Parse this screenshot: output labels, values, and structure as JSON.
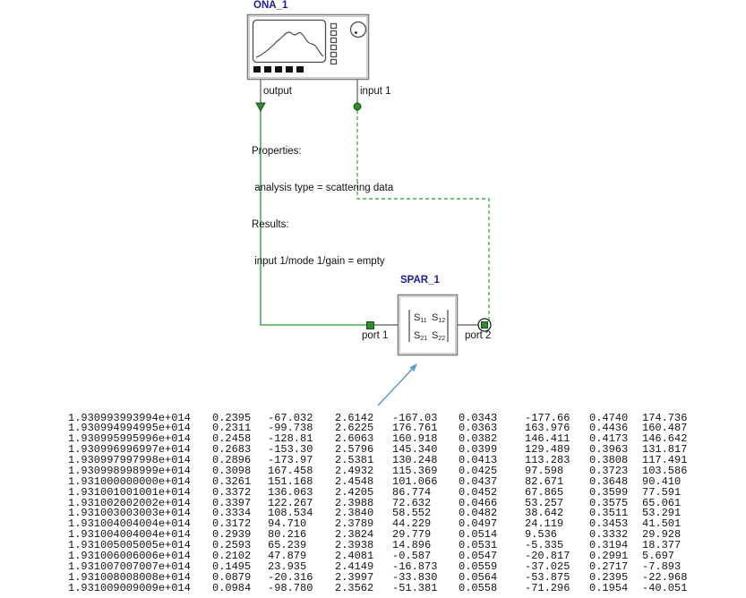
{
  "colors": {
    "element_label": "#1c1ca0",
    "wire": "#4caf50",
    "port": "#2e8b2e",
    "annotation_arrow": "#5b9bd5",
    "text": "#111111"
  },
  "icons": {
    "ona": "network-analyzer-icon",
    "spar": "s-parameter-matrix-icon"
  },
  "ona": {
    "label": "ONA_1",
    "port_output": "output",
    "port_input": "input 1"
  },
  "properties": {
    "heading": "Properties:",
    "analysis_type": " analysis type = scattering data",
    "results_heading": "Results:",
    "result": " input 1/mode 1/gain = empty"
  },
  "spar": {
    "label": "SPAR_1",
    "matrix": [
      {
        "base": "S",
        "sub": "11"
      },
      {
        "base": "S",
        "sub": "12"
      },
      {
        "base": "S",
        "sub": "21"
      },
      {
        "base": "S",
        "sub": "22"
      }
    ],
    "port_1": "port 1",
    "port_2": "port 2"
  },
  "table": {
    "rows": [
      [
        "1.930993993994e+014",
        "0.2395",
        "-67.032",
        "2.6142",
        "-167.03",
        "0.0343",
        "-177.66",
        "0.4740",
        "174.736"
      ],
      [
        "1.930994994995e+014",
        "0.2311",
        "-99.738",
        "2.6225",
        "176.761",
        "0.0363",
        "163.976",
        "0.4436",
        "160.487"
      ],
      [
        "1.930995995996e+014",
        "0.2458",
        "-128.81",
        "2.6063",
        "160.918",
        "0.0382",
        "146.411",
        "0.4173",
        "146.642"
      ],
      [
        "1.930996996997e+014",
        "0.2683",
        "-153.30",
        "2.5796",
        "145.340",
        "0.0399",
        "129.489",
        "0.3963",
        "131.817"
      ],
      [
        "1.930997997998e+014",
        "0.2896",
        "-173.97",
        "2.5381",
        "130.248",
        "0.0413",
        "113.283",
        "0.3808",
        "117.491"
      ],
      [
        "1.930998998999e+014",
        "0.3098",
        "167.458",
        "2.4932",
        "115.369",
        "0.0425",
        "97.598",
        "0.3723",
        "103.586"
      ],
      [
        "1.931000000000e+014",
        "0.3261",
        "151.168",
        "2.4548",
        "101.066",
        "0.0437",
        "82.671",
        "0.3648",
        "90.410"
      ],
      [
        "1.931001001001e+014",
        "0.3372",
        "136.063",
        "2.4205",
        "86.774",
        "0.0452",
        "67.865",
        "0.3599",
        "77.591"
      ],
      [
        "1.931002002002e+014",
        "0.3397",
        "122.267",
        "2.3988",
        "72.632",
        "0.0466",
        "53.257",
        "0.3575",
        "65.061"
      ],
      [
        "1.931003003003e+014",
        "0.3334",
        "108.534",
        "2.3840",
        "58.552",
        "0.0482",
        "38.642",
        "0.3511",
        "53.291"
      ],
      [
        "1.931004004004e+014",
        "0.3172",
        "94.710",
        "2.3789",
        "44.229",
        "0.0497",
        "24.119",
        "0.3453",
        "41.501"
      ],
      [
        "1.931004004004e+014",
        "0.2939",
        "80.216",
        "2.3824",
        "29.779",
        "0.0514",
        "9.536",
        "0.3332",
        "29.928"
      ],
      [
        "1.931005005005e+014",
        "0.2593",
        "65.239",
        "2.3938",
        "14.896",
        "0.0531",
        "-5.335",
        "0.3194",
        "18.377"
      ],
      [
        "1.931006006006e+014",
        "0.2102",
        "47.879",
        "2.4081",
        "-0.587",
        "0.0547",
        "-20.817",
        "0.2991",
        "5.697"
      ],
      [
        "1.931007007007e+014",
        "0.1495",
        "23.935",
        "2.4149",
        "-16.873",
        "0.0559",
        "-37.025",
        "0.2717",
        "-7.893"
      ],
      [
        "1.931008008008e+014",
        "0.0879",
        "-20.316",
        "2.3997",
        "-33.830",
        "0.0564",
        "-53.875",
        "0.2395",
        "-22.968"
      ],
      [
        "1.931009009009e+014",
        "0.0984",
        "-98.780",
        "2.3562",
        "-51.381",
        "0.0558",
        "-71.296",
        "0.1954",
        "-40.051"
      ]
    ]
  }
}
